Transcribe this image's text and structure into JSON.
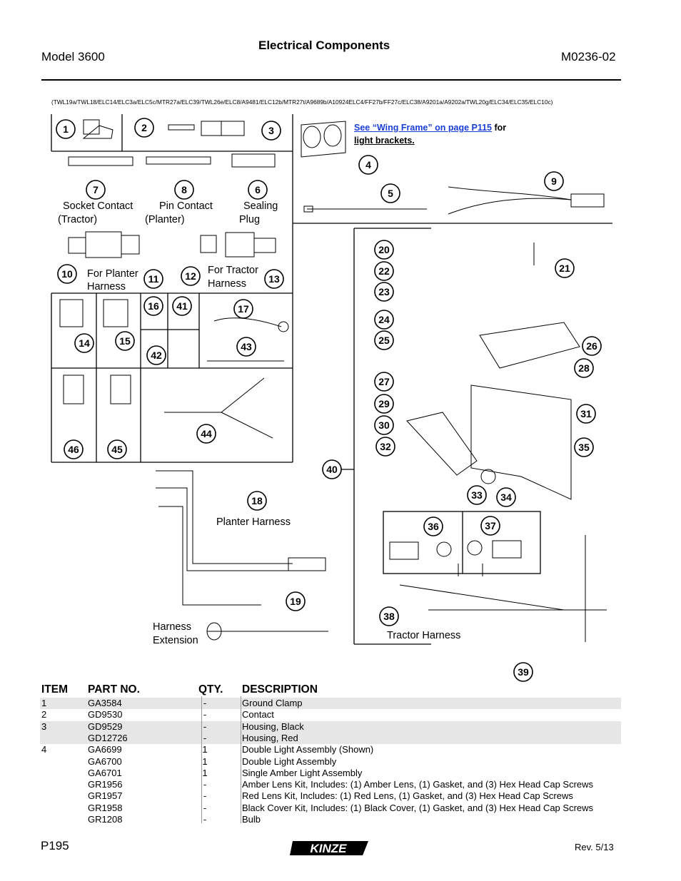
{
  "header": {
    "model": "Model 3600",
    "title": "Electrical Components",
    "manual": "M0236-02"
  },
  "codes": "(TWL19a/TWL18/ELC14/ELC3a/ELC5c/MTR27a/ELC39/TWL26e/ELC8/A9481/ELC12b/MTR27t/A9689b/A10924ELC4/FF27b/FF27c/ELC38/A9201a/A9202a/TWL20g/ELC34/ELC35/ELC10c)",
  "link_note": {
    "link_text": "See “Wing Frame” on page P115",
    "tail_1": " for",
    "tail_2": "light brackets."
  },
  "labels": {
    "socket_contact": "Socket Contact",
    "socket_contact_sub": "(Tractor)",
    "pin_contact": "Pin Contact",
    "pin_contact_sub": "(Planter)",
    "sealing": "Sealing",
    "sealing_sub": "Plug",
    "for_planter": "For Planter",
    "for_planter_sub": "Harness",
    "for_tractor": "For Tractor",
    "for_tractor_sub": "Harness",
    "planter_harness": "Planter Harness",
    "harness_extension": "Harness",
    "harness_extension_sub": "Extension",
    "tractor_harness": "Tractor Harness"
  },
  "callouts": [
    "1",
    "2",
    "3",
    "4",
    "5",
    "6",
    "7",
    "8",
    "9",
    "10",
    "11",
    "12",
    "13",
    "14",
    "15",
    "16",
    "17",
    "18",
    "19",
    "20",
    "21",
    "22",
    "23",
    "24",
    "25",
    "26",
    "27",
    "28",
    "29",
    "30",
    "31",
    "32",
    "33",
    "34",
    "35",
    "36",
    "37",
    "38",
    "39",
    "40",
    "41",
    "42",
    "43",
    "44",
    "45",
    "46"
  ],
  "table": {
    "headers": {
      "item": "ITEM",
      "part": "PART NO.",
      "qty": "QTY.",
      "desc": "DESCRIPTION"
    },
    "rows": [
      {
        "item": "1",
        "part": "GA3584",
        "qty": "-",
        "desc": "Ground Clamp",
        "shade": true
      },
      {
        "item": "2",
        "part": "GD9530",
        "qty": "-",
        "desc": "Contact",
        "shade": false
      },
      {
        "item": "3",
        "part": "GD9529",
        "qty": "-",
        "desc": "Housing, Black",
        "shade": true
      },
      {
        "item": "",
        "part": "GD12726",
        "qty": "-",
        "desc": "Housing, Red",
        "shade": true
      },
      {
        "item": "4",
        "part": "GA6699",
        "qty": "1",
        "desc": "Double Light Assembly (Shown)",
        "shade": false
      },
      {
        "item": "",
        "part": "GA6700",
        "qty": "1",
        "desc": "Double Light Assembly",
        "shade": false
      },
      {
        "item": "",
        "part": "GA6701",
        "qty": "1",
        "desc": "Single Amber Light Assembly",
        "shade": false
      },
      {
        "item": "",
        "part": "GR1956",
        "qty": "-",
        "desc": "Amber Lens Kit, Includes: (1) Amber Lens, (1) Gasket, and (3) Hex Head Cap Screws",
        "shade": false
      },
      {
        "item": "",
        "part": "GR1957",
        "qty": "-",
        "desc": "Red Lens Kit, Includes: (1) Red Lens, (1) Gasket, and (3) Hex Head Cap Screws",
        "shade": false
      },
      {
        "item": "",
        "part": "GR1958",
        "qty": "-",
        "desc": "Black Cover Kit, Includes: (1) Black Cover, (1) Gasket, and (3) Hex Head Cap Screws",
        "shade": false
      },
      {
        "item": "",
        "part": "GR1208",
        "qty": "-",
        "desc": "Bulb",
        "shade": false
      }
    ]
  },
  "footer": {
    "page": "P195",
    "brand": "KINZE",
    "revision": "Rev. 5/13"
  },
  "colors": {
    "link": "#1a3fd6",
    "row_shade": "#e6e6e6"
  }
}
